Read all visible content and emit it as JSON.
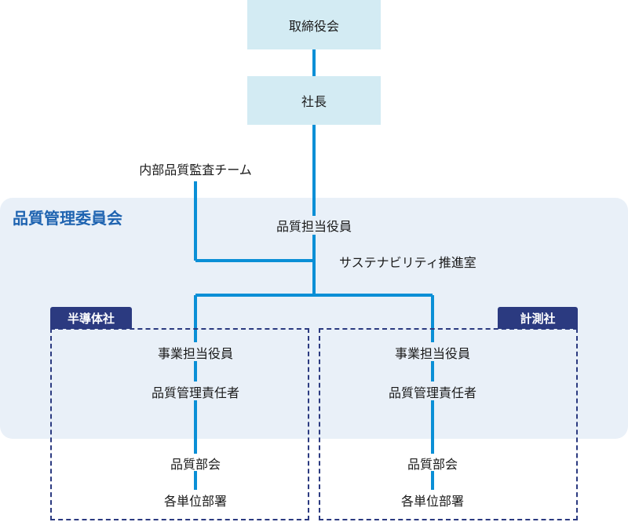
{
  "top": {
    "board": "取締役会",
    "president": "社長"
  },
  "internal_audit": "内部品質監査チーム",
  "committee": {
    "title": "品質管理委員会",
    "officer": "品質担当役員",
    "sustainability": "サステナビリティ推進室"
  },
  "companies": [
    {
      "name": "半導体社",
      "business_officer": "事業担当役員",
      "quality_manager": "品質管理責任者",
      "quality_meeting": "品質部会",
      "units": "各単位部署"
    },
    {
      "name": "計測社",
      "business_officer": "事業担当役員",
      "quality_manager": "品質管理責任者",
      "quality_meeting": "品質部会",
      "units": "各単位部署"
    }
  ],
  "colors": {
    "connector": "#0a8fd6",
    "box_fill": "#d3ebf3",
    "panel_fill": "#e9f0f8",
    "panel_title": "#1e63b0",
    "company_border": "#2b3a80"
  }
}
